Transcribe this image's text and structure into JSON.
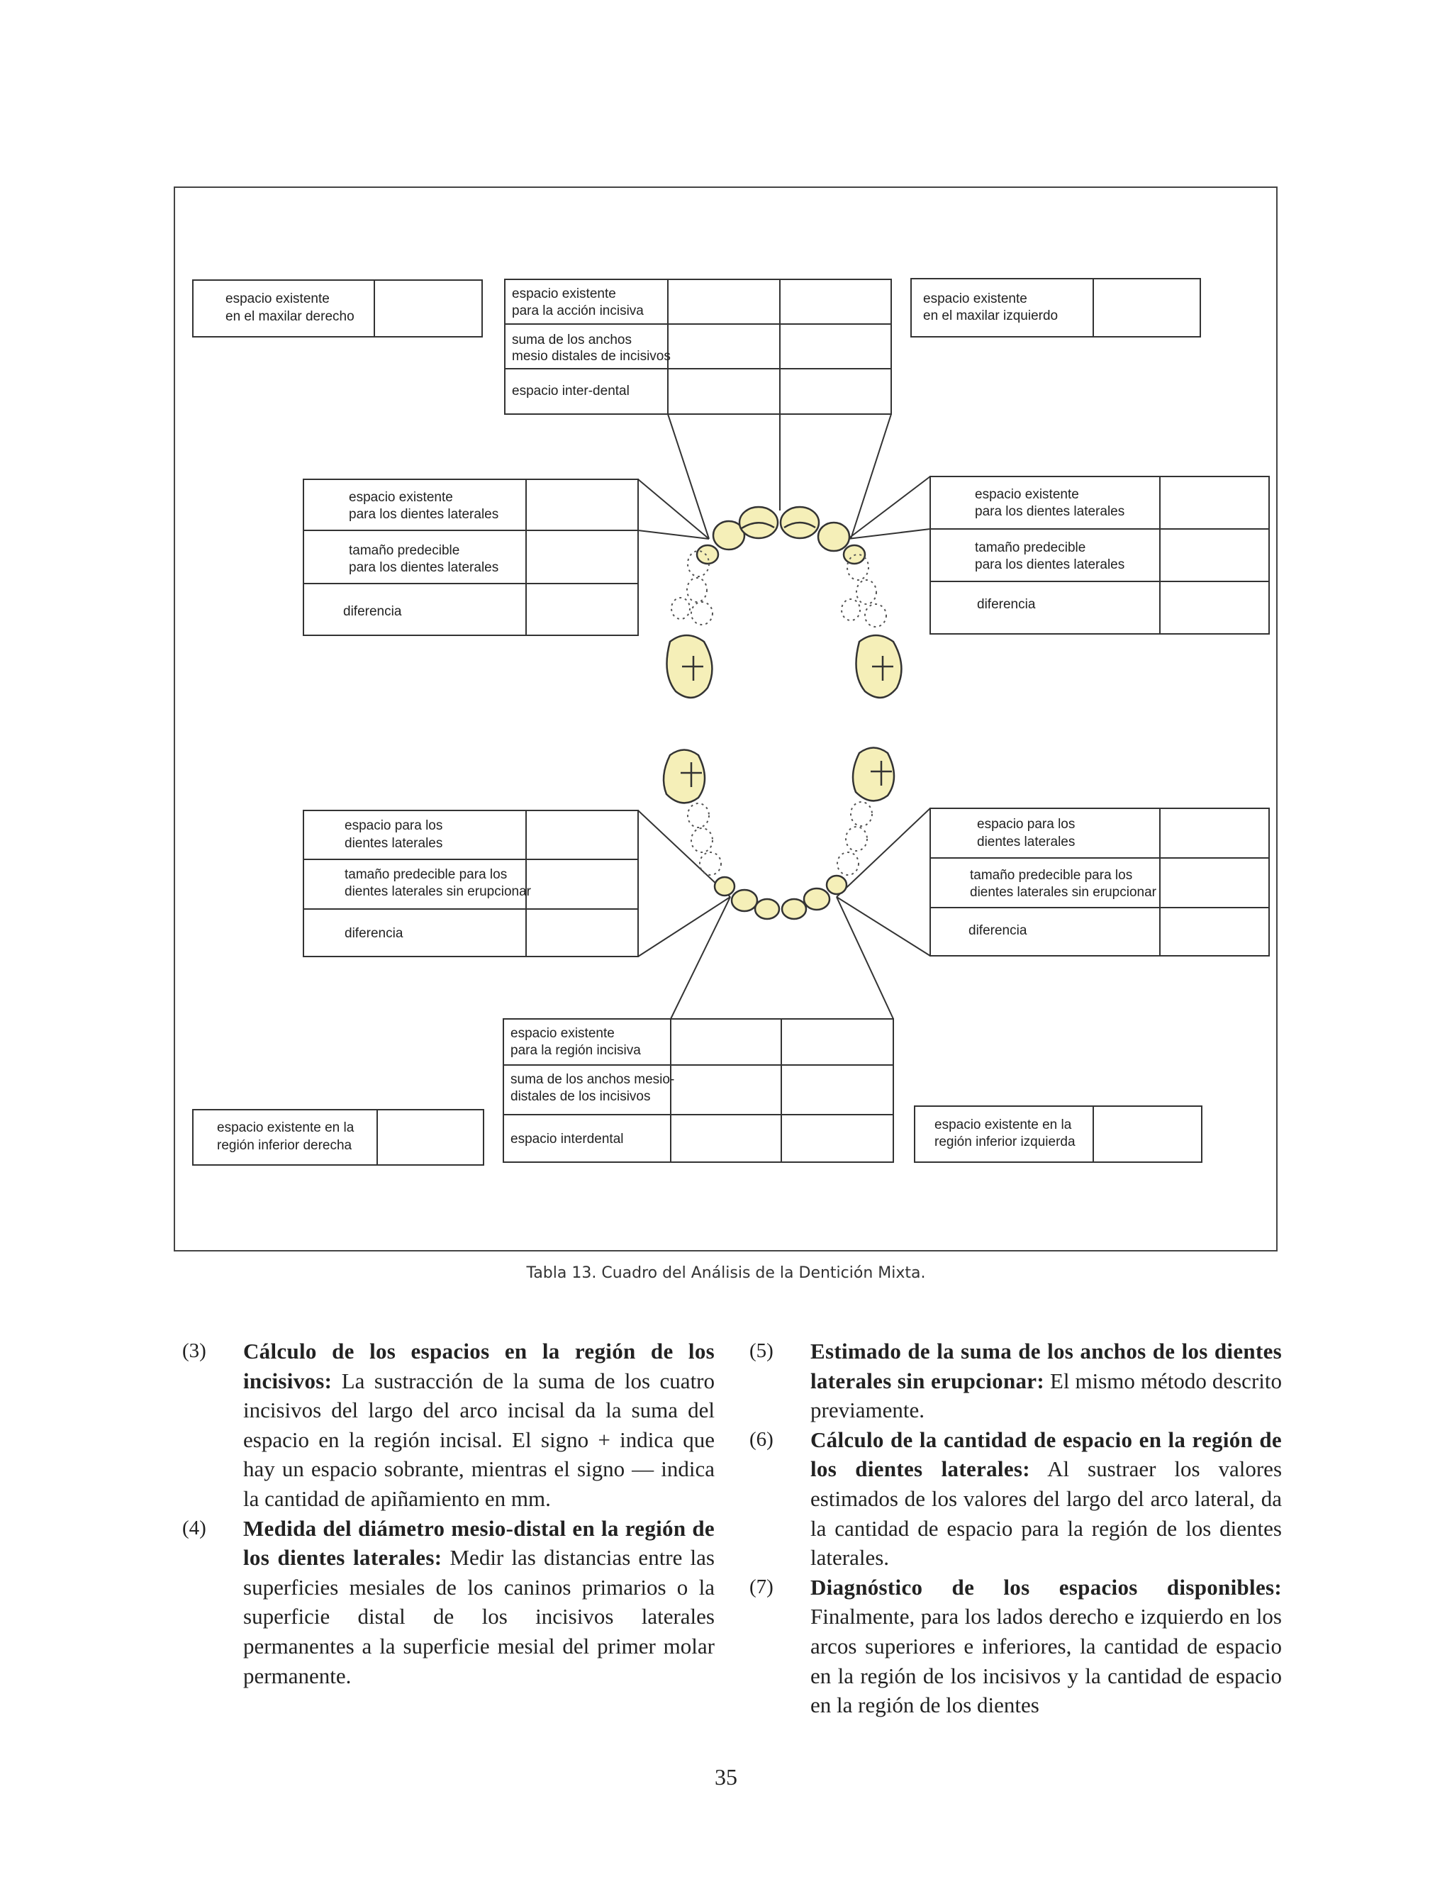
{
  "figure": {
    "caption": "Tabla 13. Cuadro del Análisis de la Dentición Mixta.",
    "tooth_fill": "#f5efb8",
    "upper": {
      "top_left_box": [
        "espacio existente",
        "en el maxilar derecho"
      ],
      "top_right_box": [
        "espacio existente",
        "en el maxilar izquierdo"
      ],
      "center_rows": [
        [
          "espacio existente",
          "para la acción incisiva"
        ],
        [
          "suma de los anchos",
          "mesio distales de incisivos"
        ],
        [
          "espacio inter-dental"
        ]
      ],
      "left_rows": [
        [
          "espacio existente",
          "para los dientes laterales"
        ],
        [
          "tamaño predecible",
          "para los dientes laterales"
        ],
        [
          "diferencia"
        ]
      ],
      "right_rows": [
        [
          "espacio existente",
          "para los dientes laterales"
        ],
        [
          "tamaño predecible",
          "para los dientes laterales"
        ],
        [
          "diferencia"
        ]
      ]
    },
    "lower": {
      "left_rows": [
        [
          "espacio para los",
          "dientes laterales"
        ],
        [
          "tamaño predecible para los",
          "dientes laterales sin erupcionar"
        ],
        [
          "diferencia"
        ]
      ],
      "right_rows": [
        [
          "espacio para los",
          "dientes laterales"
        ],
        [
          "tamaño predecible para los",
          "dientes laterales sin erupcionar"
        ],
        [
          "diferencia"
        ]
      ],
      "center_rows": [
        [
          "espacio existente",
          "para la región incisiva"
        ],
        [
          "suma de los anchos mesio-",
          "distales de los incisivos"
        ],
        [
          "espacio interdental"
        ]
      ],
      "bottom_left_box": [
        "espacio existente en la",
        "región inferior derecha"
      ],
      "bottom_right_box": [
        "espacio existente en la",
        "región inferior izquierda"
      ]
    }
  },
  "text": {
    "items": [
      {
        "num": "(3)",
        "title": "Cálculo de los espacios en la región de los incisivos:",
        "body": " La sustracción de la suma de los cuatro incisivos del largo del arco incisal da la suma del espacio en la región incisal. El signo + indica que hay un espacio sobrante, mientras el signo — indica la cantidad de apiñamiento en mm."
      },
      {
        "num": "(4)",
        "title": "Medida del diámetro mesio-distal en la región de los dientes laterales:",
        "body": " Medir las distancias entre las superficies mesiales de los caninos primarios o la superficie distal de los incisivos laterales permanentes a la superficie mesial del primer molar permanente."
      },
      {
        "num": "(5)",
        "title": "Estimado de la suma de los anchos de los dientes laterales sin erupcionar:",
        "body": " El mismo método descrito previamente."
      },
      {
        "num": "(6)",
        "title": "Cálculo de la cantidad de espacio en la región de los dientes laterales:",
        "body": " Al sustraer los valores estimados de los valores del largo del arco lateral, da la cantidad de espacio para la región de los dientes laterales."
      },
      {
        "num": "(7)",
        "title": "Diagnóstico de los espacios disponibles:",
        "body": " Finalmente, para los lados derecho e izquierdo en los arcos superiores e inferiores, la cantidad de espacio en la región de los incisivos y la cantidad de espacio en la región de los dientes"
      }
    ],
    "page_number": "35"
  }
}
